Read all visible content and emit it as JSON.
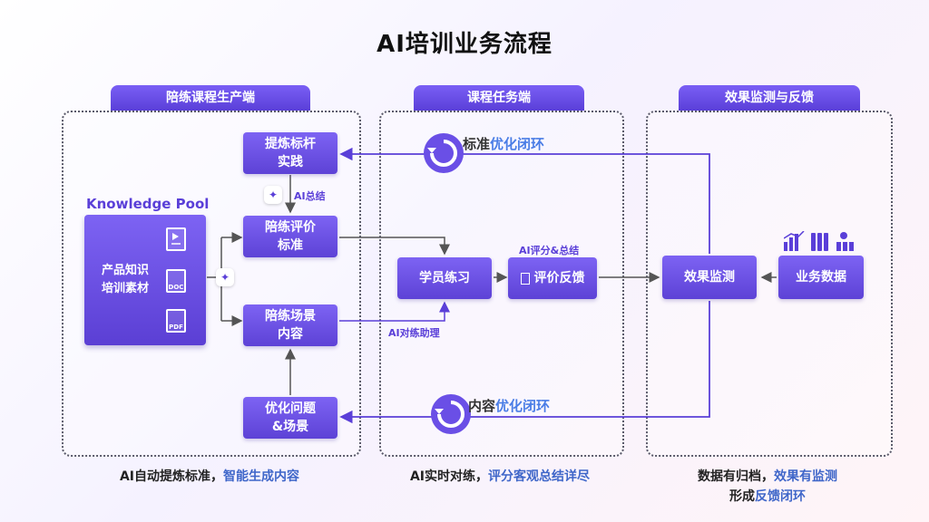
{
  "title": "AI培训业务流程",
  "sections": {
    "production": {
      "tab": "陪练课程生产端",
      "caption_plain": "AI自动提炼标准，",
      "caption_hl": "智能生成内容"
    },
    "task": {
      "tab": "课程任务端",
      "caption_plain": "AI实时对练，",
      "caption_hl": "评分客观总结详尽"
    },
    "feedback": {
      "tab": "效果监测与反馈",
      "caption_line1_plain": "数据有归档，",
      "caption_line1_hl": "效果有监测",
      "caption_line2_plain": "形成",
      "caption_line2_hl": "反馈闭环"
    }
  },
  "knowledge_pool": {
    "title": "Knowledge Pool",
    "label_line1": "产品知识",
    "label_line2": "培训素材",
    "icons": [
      "video-doc-icon",
      "doc-file-icon",
      "pdf-file-icon"
    ],
    "doc_label": "DOC",
    "pdf_label": "PDF"
  },
  "nodes": {
    "benchmark": {
      "line1": "提炼标杆",
      "line2": "实践"
    },
    "evaluation": {
      "line1": "陪练评价",
      "line2": "标准"
    },
    "scenario": {
      "line1": "陪练场景",
      "line2": "内容"
    },
    "optimize": {
      "line1": "优化问题",
      "line2": "&场景"
    },
    "practice": {
      "label": "学员练习"
    },
    "review": {
      "label": "评价反馈"
    },
    "monitor": {
      "label": "效果监测"
    },
    "business": {
      "label": "业务数据"
    }
  },
  "labels": {
    "ai_summary": "AI总结",
    "ai_score": "AI评分&总结",
    "ai_assistant": "AI对练助理"
  },
  "loops": {
    "standard": {
      "plain": "标准",
      "hl": "优化闭环"
    },
    "content": {
      "plain": "内容",
      "hl": "优化闭环"
    }
  },
  "colors": {
    "primary": "#5d42d6",
    "highlight": "#4a7de6",
    "arrow": "#5a3fd8"
  }
}
